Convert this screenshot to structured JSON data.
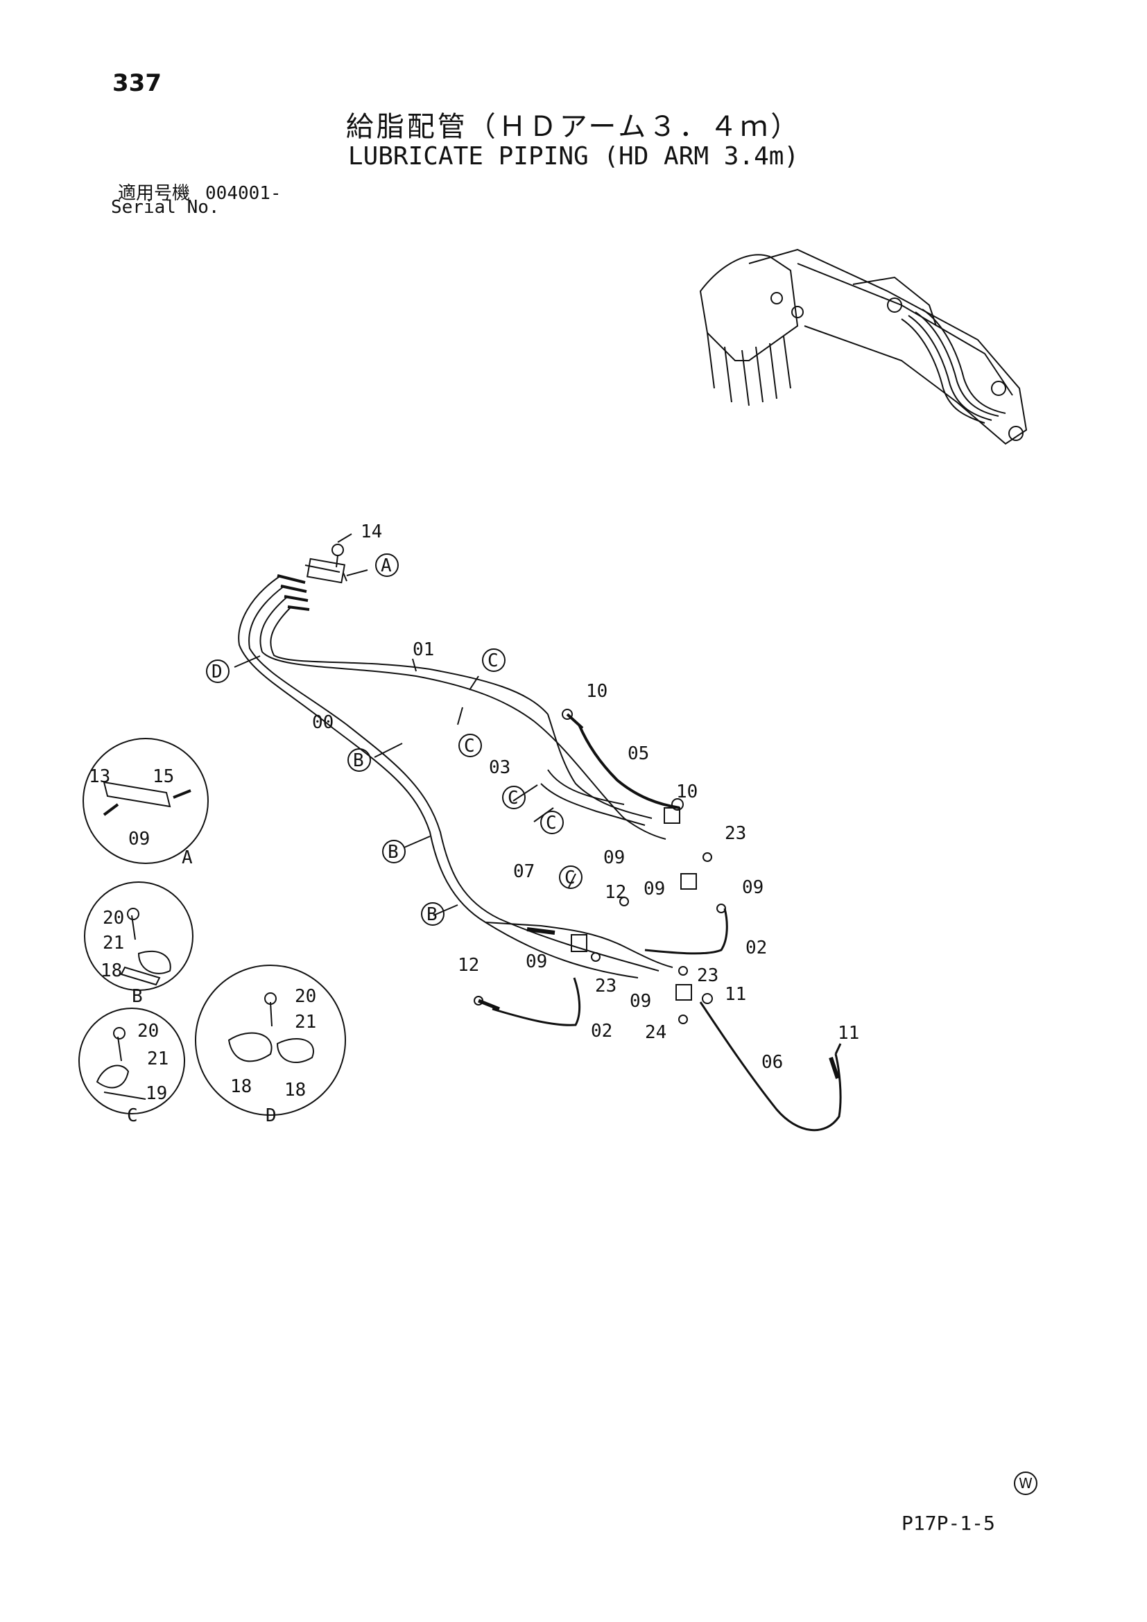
{
  "page": {
    "number": "337",
    "title_ja": "給脂配管（ＨＤアーム３．４ｍ）",
    "title_en": "LUBRICATE PIPING (HD ARM 3.4m)",
    "serial_label_ja": "適用号機",
    "serial_number": "004001-",
    "serial_label_en": "Serial No.",
    "footer_code": "P17P-1-5",
    "w_mark": "W"
  },
  "callouts": {
    "n14": "14",
    "n01": "01",
    "n00": "00",
    "n03": "03",
    "n05": "05",
    "n10a": "10",
    "n10b": "10",
    "n23a": "23",
    "n23b": "23",
    "n23c": "23",
    "n09a": "09",
    "n09b": "09",
    "n09c": "09",
    "n09d": "09",
    "n09e": "09",
    "n07": "07",
    "n12a": "12",
    "n12b": "12",
    "n02a": "02",
    "n02b": "02",
    "n11a": "11",
    "n11b": "11",
    "n24": "24",
    "n06": "06"
  },
  "ref_circles": {
    "A": "A",
    "D": "D",
    "C1": "C",
    "C2": "C",
    "C3": "C",
    "C4": "C",
    "C5": "C",
    "B1": "B",
    "B2": "B",
    "B3": "B"
  },
  "details": {
    "A": {
      "label": "A",
      "parts": [
        "13",
        "15",
        "09"
      ]
    },
    "B": {
      "label": "B",
      "parts": [
        "20",
        "21",
        "18"
      ]
    },
    "C": {
      "label": "C",
      "parts": [
        "20",
        "21",
        "19"
      ]
    },
    "D": {
      "label": "D",
      "parts": [
        "20",
        "21",
        "18",
        "18"
      ]
    }
  }
}
